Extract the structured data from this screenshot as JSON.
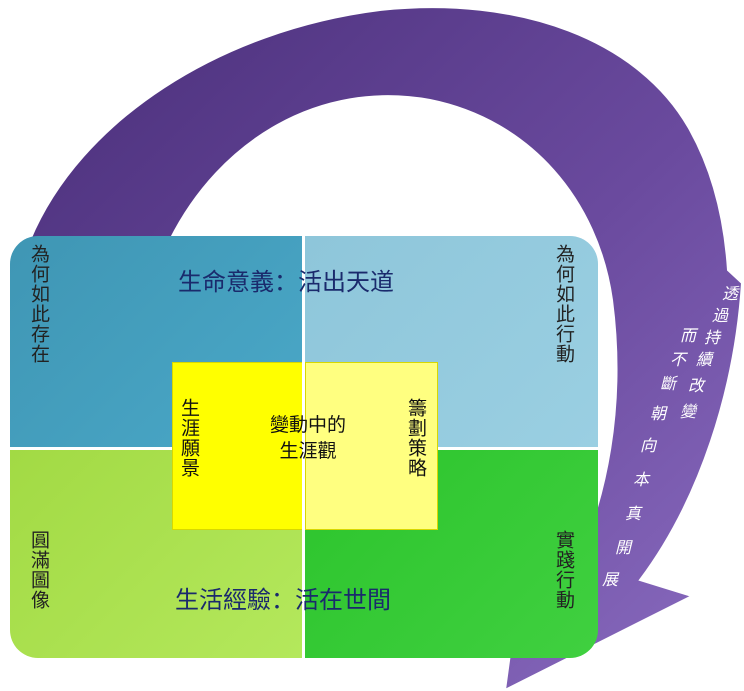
{
  "diagram": {
    "top_label": "生命意義：活出天道",
    "bottom_label": "生活經驗：活在世間",
    "corners": {
      "top_left": "為何如此存在",
      "top_right": "為何如此行動",
      "bottom_left": "圓滿圖像",
      "bottom_right": "實踐行動"
    },
    "center": {
      "title_line1": "變動中的",
      "title_line2": "生涯觀",
      "left": "生涯願景",
      "right": "籌劃策略"
    },
    "arrow_text": [
      "透",
      "過",
      "持",
      "續",
      "改",
      "變",
      "而",
      "不",
      "斷",
      "朝",
      "向",
      "本",
      "真",
      "開",
      "展"
    ],
    "colors": {
      "top_left": "#4aa8c8",
      "top_right": "#9acfe2",
      "bottom_left": "#b4e85c",
      "bottom_right": "#40d040",
      "center_left": "#ffff00",
      "center_right": "#ffff80",
      "arrow": "#7050a0"
    }
  }
}
